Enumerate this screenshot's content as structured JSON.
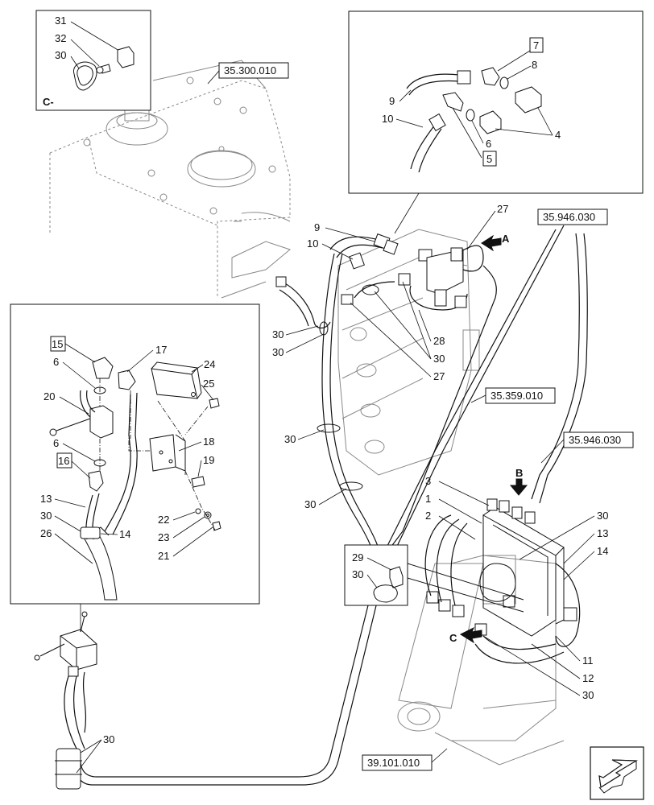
{
  "references": {
    "r1": "35.300.010",
    "r2": "35.946.030",
    "r3": "35.359.010",
    "r4": "35.946.030",
    "r5": "39.101.010"
  },
  "views": {
    "c": "C-",
    "a": "A",
    "b": "B",
    "c_arrow": "C"
  },
  "callouts_detail_c": {
    "n31": "31",
    "n32": "32",
    "n30": "30"
  },
  "callouts_detail_top": {
    "n7": "7",
    "n8": "8",
    "n9": "9",
    "n10": "10",
    "n6": "6",
    "n5": "5",
    "n4": "4"
  },
  "callouts_detail_left": {
    "n15": "15",
    "n17": "17",
    "n24": "24",
    "n6a": "6",
    "n25": "25",
    "n20": "20",
    "n18": "18",
    "n6b": "6",
    "n19": "19",
    "n16": "16",
    "n13": "13",
    "n22": "22",
    "n30": "30",
    "n23": "23",
    "n14": "14",
    "n26": "26",
    "n21": "21"
  },
  "callouts_main": {
    "n9": "9",
    "n27a": "27",
    "n10": "10",
    "n30a": "30",
    "n30b": "30",
    "n28": "28",
    "n30c": "30",
    "n27b": "27",
    "n30d": "30",
    "n30e": "30",
    "n3": "3",
    "n1": "1",
    "n2": "2",
    "n30f": "30",
    "n13": "13",
    "n14": "14",
    "n29": "29",
    "n30g": "30",
    "n11": "11",
    "n12": "12",
    "n30h": "30",
    "n30i": "30"
  },
  "icons": {
    "nav": "next-page-arrow-icon"
  }
}
